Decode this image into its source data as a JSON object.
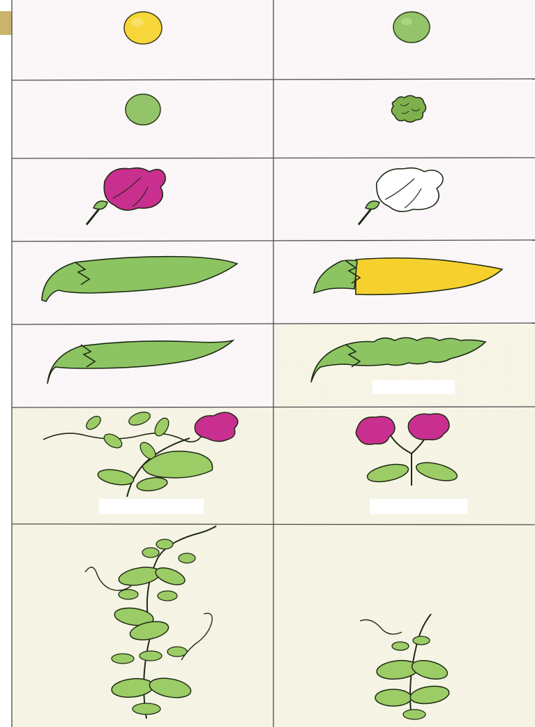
{
  "colors": {
    "background_top": "#fbf7f8",
    "background_bottom": "#f6f4e4",
    "grid_line": "#4a4a4a",
    "corner_tab": "#c9b46a",
    "seed_yellow": "#f6d63a",
    "seed_green": "#93c46a",
    "pod_green": "#8cc462",
    "pod_yellow": "#f6d12e",
    "flower_purple": "#c92f8f",
    "flower_white": "#ffffff",
    "leaf_green": "#9ccc66",
    "outline": "#1e2a14"
  },
  "rows": [
    {
      "trait": "seed-color",
      "left": "yellow-seed",
      "right": "green-seed"
    },
    {
      "trait": "seed-shape",
      "left": "round-seed",
      "right": "wrinkled-seed"
    },
    {
      "trait": "flower-color",
      "left": "purple-flower",
      "right": "white-flower"
    },
    {
      "trait": "pod-color",
      "left": "green-pod",
      "right": "yellow-pod"
    },
    {
      "trait": "pod-shape",
      "left": "inflated-pod",
      "right": "constricted-pod"
    },
    {
      "trait": "flower-position",
      "left": "axial-flowers",
      "right": "terminal-flowers"
    },
    {
      "trait": "stem-length",
      "left": "tall-plant",
      "right": "dwarf-plant"
    }
  ]
}
